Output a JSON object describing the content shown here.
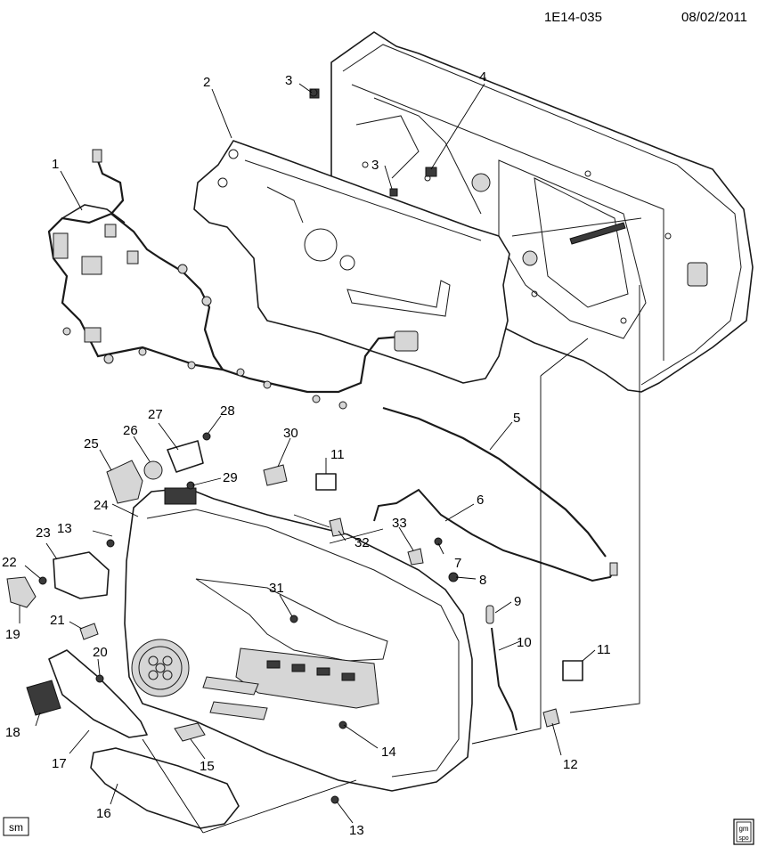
{
  "header": {
    "code": "1E14-035",
    "date": "08/02/2011"
  },
  "badges": {
    "left": "sm",
    "right_top": "gm",
    "right_bottom": "spo"
  },
  "callouts": [
    {
      "id": "c1",
      "text": "1"
    },
    {
      "id": "c2",
      "text": "2"
    },
    {
      "id": "c3a",
      "text": "3"
    },
    {
      "id": "c3b",
      "text": "3"
    },
    {
      "id": "c4",
      "text": "4"
    },
    {
      "id": "c5",
      "text": "5"
    },
    {
      "id": "c6",
      "text": "6"
    },
    {
      "id": "c7",
      "text": "7"
    },
    {
      "id": "c8",
      "text": "8"
    },
    {
      "id": "c9",
      "text": "9"
    },
    {
      "id": "c10",
      "text": "10"
    },
    {
      "id": "c11a",
      "text": "11"
    },
    {
      "id": "c11b",
      "text": "11"
    },
    {
      "id": "c12",
      "text": "12"
    },
    {
      "id": "c13a",
      "text": "13"
    },
    {
      "id": "c13b",
      "text": "13"
    },
    {
      "id": "c14",
      "text": "14"
    },
    {
      "id": "c15",
      "text": "15"
    },
    {
      "id": "c16",
      "text": "16"
    },
    {
      "id": "c17",
      "text": "17"
    },
    {
      "id": "c18",
      "text": "18"
    },
    {
      "id": "c19",
      "text": "19"
    },
    {
      "id": "c20",
      "text": "20"
    },
    {
      "id": "c21",
      "text": "21"
    },
    {
      "id": "c22",
      "text": "22"
    },
    {
      "id": "c23",
      "text": "23"
    },
    {
      "id": "c24",
      "text": "24"
    },
    {
      "id": "c25",
      "text": "25"
    },
    {
      "id": "c26",
      "text": "26"
    },
    {
      "id": "c27",
      "text": "27"
    },
    {
      "id": "c28",
      "text": "28"
    },
    {
      "id": "c29",
      "text": "29"
    },
    {
      "id": "c30",
      "text": "30"
    },
    {
      "id": "c31",
      "text": "31"
    },
    {
      "id": "c32",
      "text": "32"
    },
    {
      "id": "c33",
      "text": "33"
    }
  ]
}
